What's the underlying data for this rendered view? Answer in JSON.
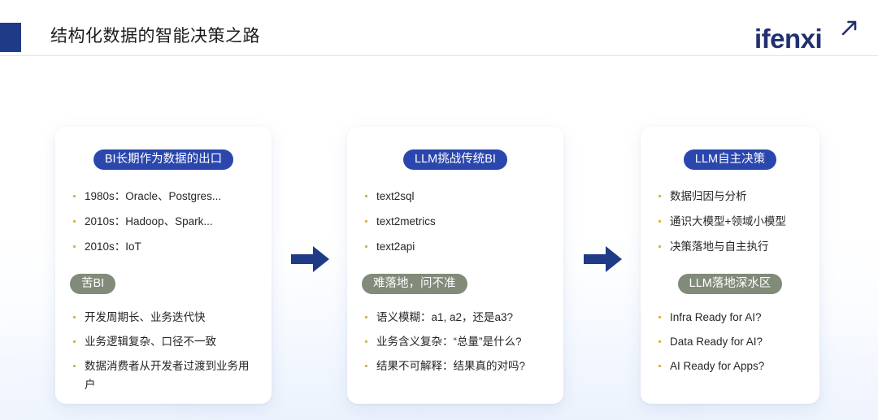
{
  "header": {
    "title": "结构化数据的智能决策之路",
    "mark": "navy-square",
    "accent_color": "#1f3a86"
  },
  "logo": {
    "text": "ifenxi",
    "color": "#22306e"
  },
  "flow": {
    "arrow_color": "#1f3a86",
    "arrows": [
      {
        "name": "arrow-stage-1-to-2"
      },
      {
        "name": "arrow-stage-2-to-3"
      }
    ]
  },
  "cards": [
    {
      "id": "card-bi",
      "pill_primary": "BI长期作为数据的出口",
      "pill_primary_color": "#2b47ae",
      "bullets_primary": [
        "1980s：Oracle、Postgres...",
        "2010s：Hadoop、Spark...",
        "2010s：IoT"
      ],
      "pill_secondary": "苦BI",
      "pill_secondary_color": "#808b79",
      "bullets_secondary": [
        "开发周期长、业务迭代快",
        "业务逻辑复杂、口径不一致",
        "数据消费者从开发者过渡到业务用户"
      ]
    },
    {
      "id": "card-llm-challenge",
      "pill_primary": "LLM挑战传统BI",
      "pill_primary_color": "#2b47ae",
      "bullets_primary": [
        "text2sql",
        "text2metrics",
        "text2api"
      ],
      "pill_secondary": "难落地，问不准",
      "pill_secondary_color": "#808b79",
      "bullets_secondary": [
        "语义模糊：a1, a2，还是a3?",
        "业务含义复杂：“总量”是什么?",
        "结果不可解释：结果真的对吗?"
      ]
    },
    {
      "id": "card-llm-decision",
      "pill_primary": "LLM自主决策",
      "pill_primary_color": "#2b47ae",
      "bullets_primary": [
        "数据归因与分析",
        "通识大模型+领域小模型",
        "决策落地与自主执行"
      ],
      "pill_secondary": "LLM落地深水区",
      "pill_secondary_color": "#808b79",
      "bullets_secondary": [
        "Infra Ready for AI?",
        "Data Ready for AI?",
        "AI Ready for Apps?"
      ]
    }
  ]
}
